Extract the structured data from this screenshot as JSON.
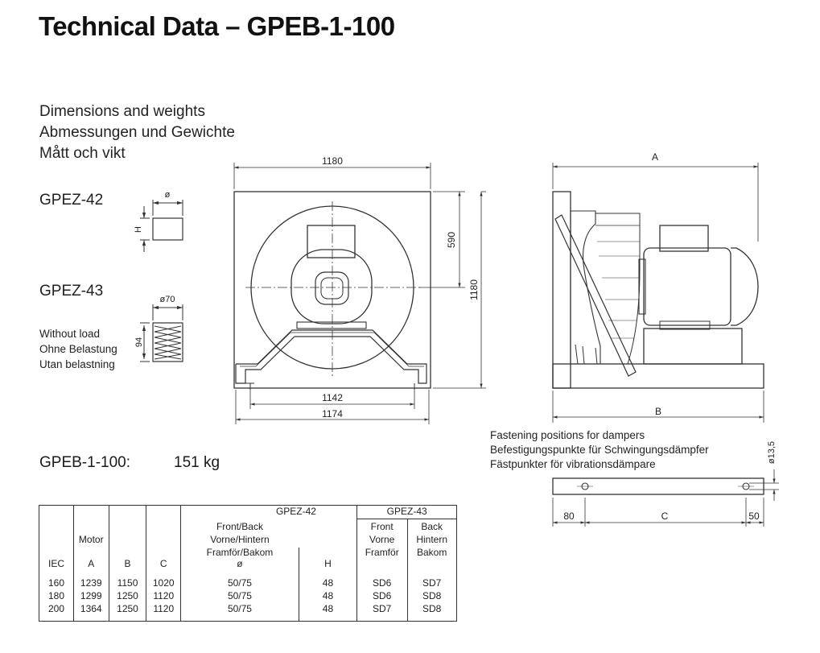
{
  "header": {
    "title": "Technical Data – GPEB-1-100"
  },
  "subtitles": [
    "Dimensions and weights",
    "Abmessungen und Gewichte",
    "Mått och vikt"
  ],
  "models": {
    "gpez42": "GPEZ-42",
    "gpez43": "GPEZ-43"
  },
  "load_text": [
    "Without load",
    "Ohne Belastung",
    "Utan belastning"
  ],
  "weight": {
    "label": "GPEB-1-100:",
    "value": "151 kg"
  },
  "fastening_text": [
    "Fastening positions for dampers",
    "Befestigungspunkte für Schwingungsdämpfer",
    "Fästpunkter för vibrationsdämpare"
  ],
  "drawing_labels": {
    "gpez42_dia": "ø",
    "gpez42_h": "H",
    "gpez43_dia": "ø70",
    "gpez43_h": "94",
    "front_width": "1180",
    "front_height": "1180",
    "front_inner": "590",
    "front_base_inner": "1142",
    "front_base_outer": "1174",
    "side_a": "A",
    "side_b": "B",
    "foot_hole": "ø13,5",
    "foot_left": "80",
    "foot_c": "C",
    "foot_right": "50"
  },
  "table": {
    "group1": "GPEZ-42",
    "group2": "GPEZ-43",
    "h_motor": "Motor",
    "h_iec": "IEC",
    "h_a": "A",
    "h_b": "B",
    "h_c": "C",
    "h_fb": [
      "Front/Back",
      "Vorne/Hintern",
      "Framför/Bakom",
      "ø"
    ],
    "h_h": "H",
    "h_front": [
      "Front",
      "Vorne",
      "Framför"
    ],
    "h_back": [
      "Back",
      "Hintern",
      "Bakom"
    ],
    "rows": [
      {
        "iec": "160",
        "a": "1239",
        "b": "1150",
        "c": "1020",
        "dia": "50/75",
        "h": "48",
        "front": "SD6",
        "back": "SD7"
      },
      {
        "iec": "180",
        "a": "1299",
        "b": "1250",
        "c": "1120",
        "dia": "50/75",
        "h": "48",
        "front": "SD6",
        "back": "SD8"
      },
      {
        "iec": "200",
        "a": "1364",
        "b": "1250",
        "c": "1120",
        "dia": "50/75",
        "h": "48",
        "front": "SD7",
        "back": "SD8"
      }
    ]
  }
}
